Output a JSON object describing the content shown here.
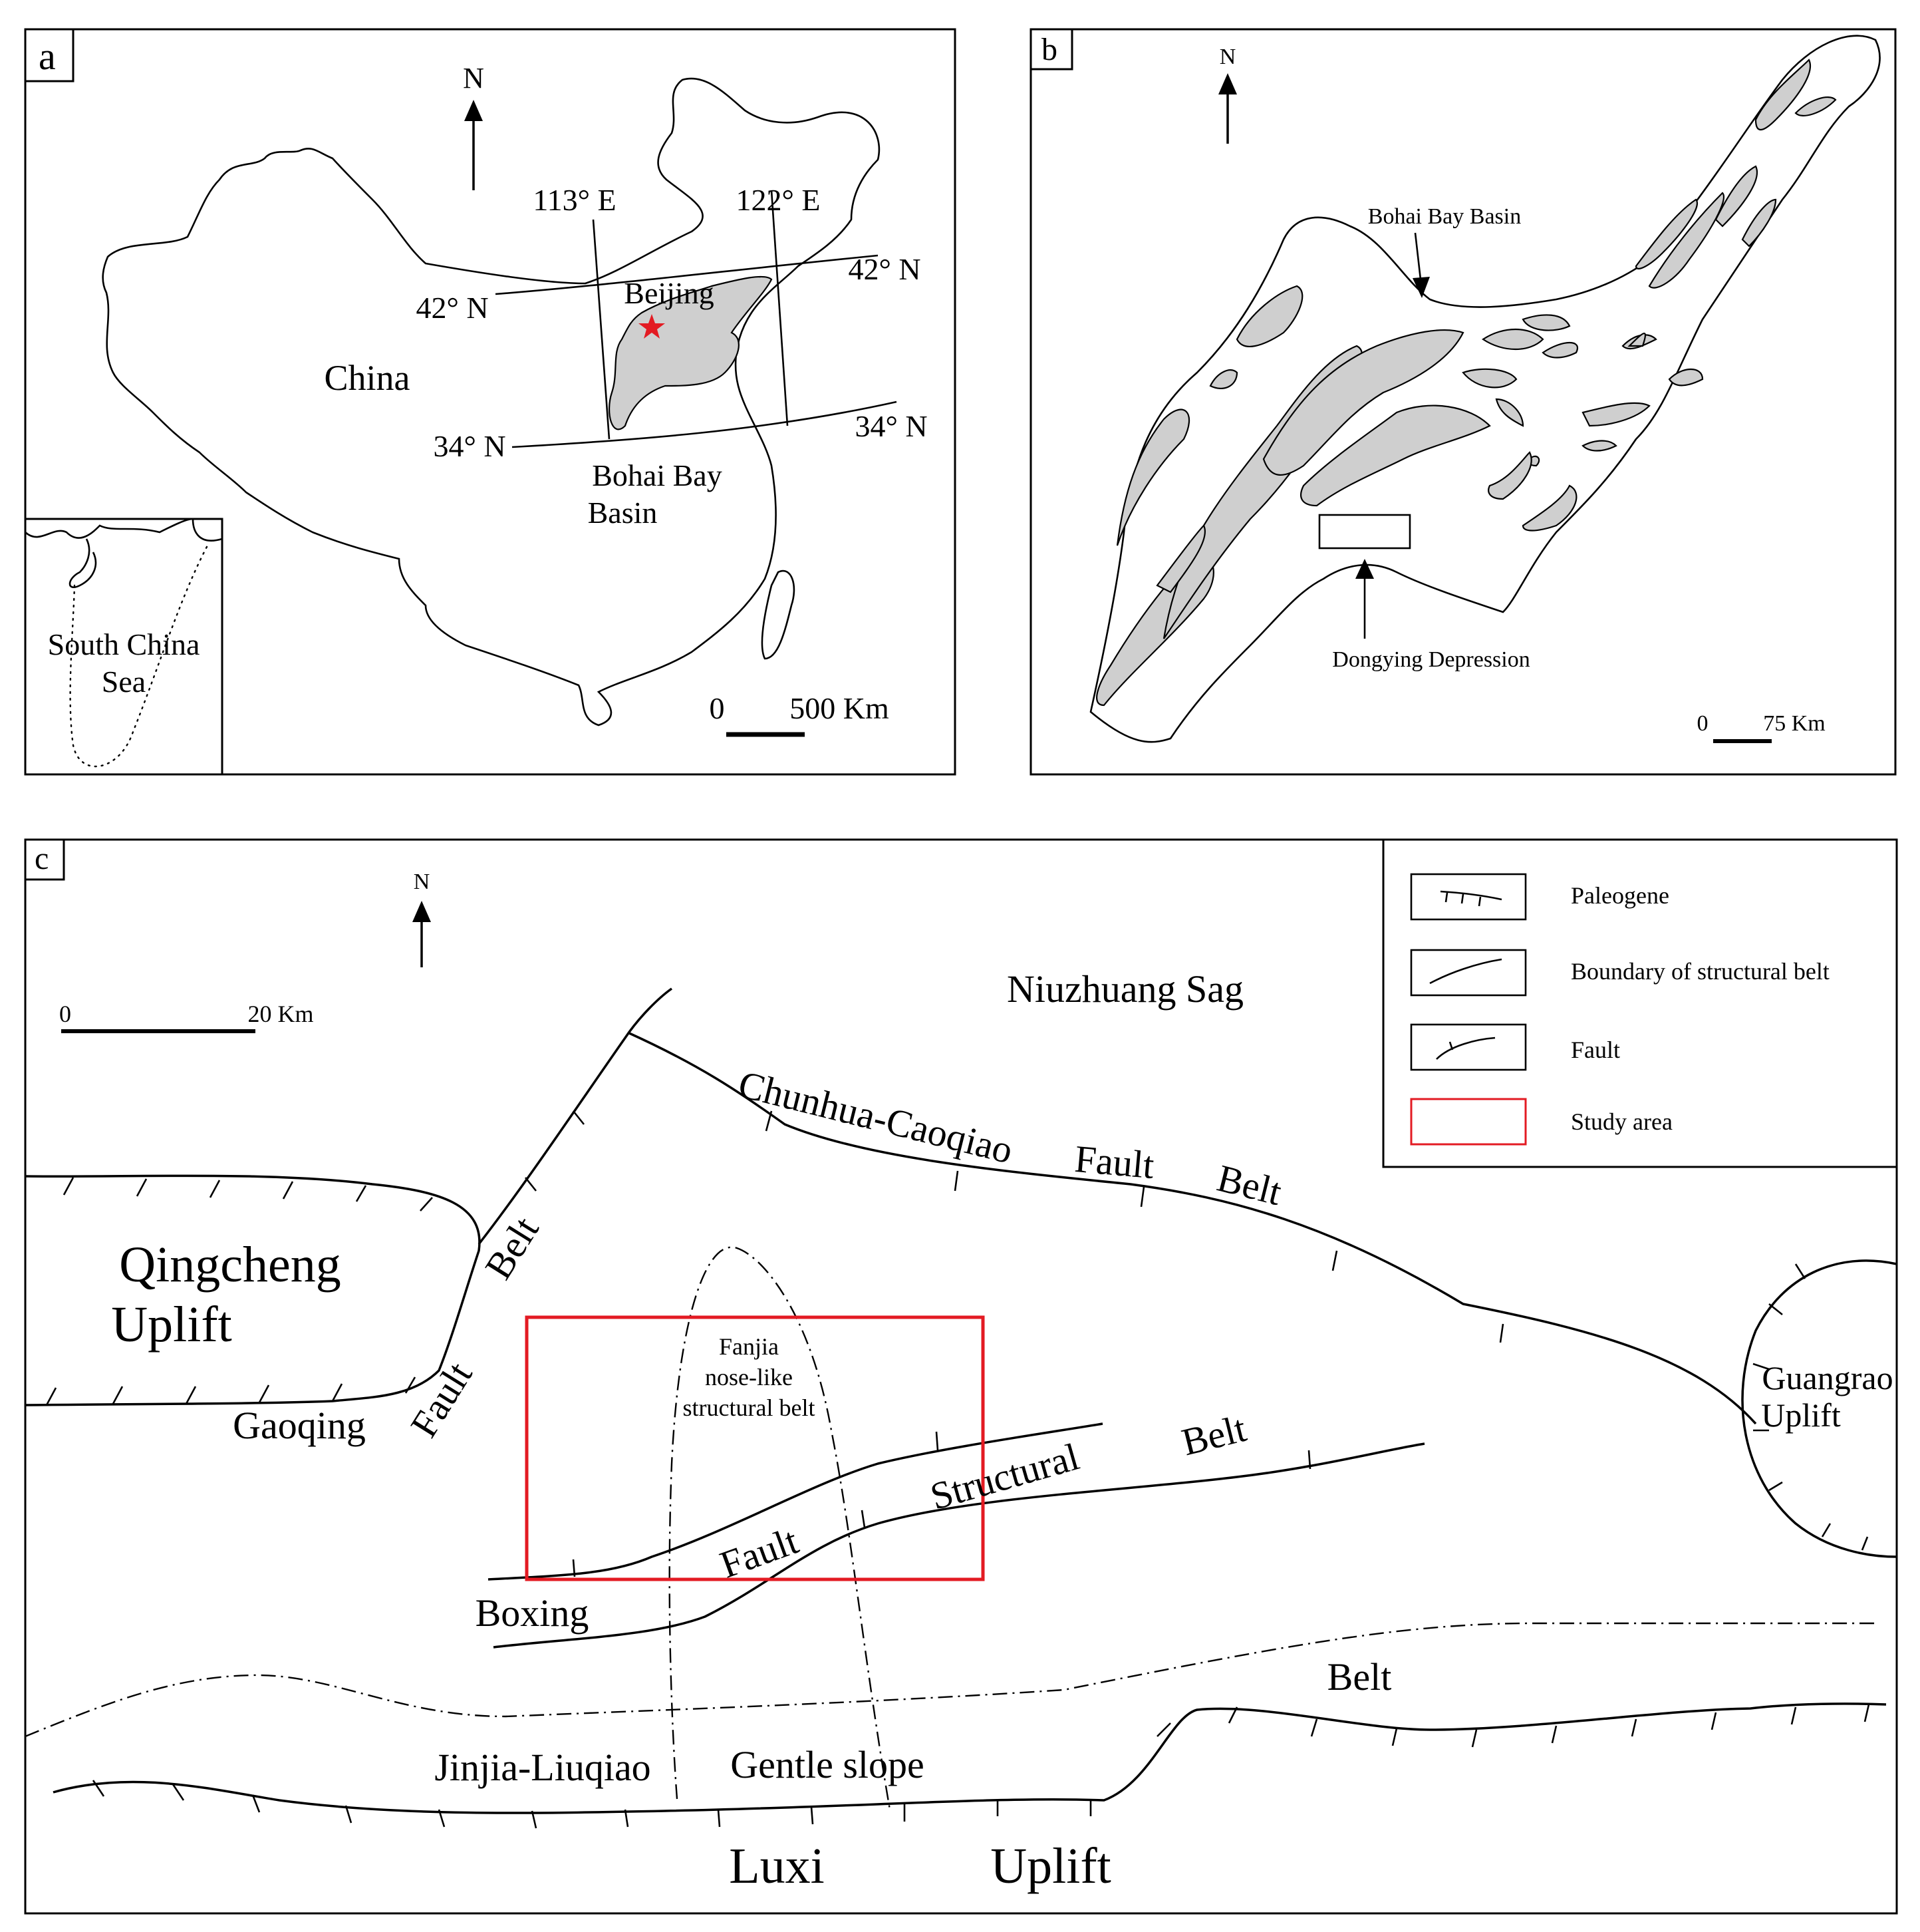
{
  "panels": {
    "a": {
      "label": "a",
      "north": "N",
      "lon_113": "113° E",
      "lon_122": "122° E",
      "lat_42_left": "42° N",
      "lat_42_right": "42° N",
      "lat_34_left": "34° N",
      "lat_34_right": "34° N",
      "beijing": "Beijing",
      "china": "China",
      "basin_line1": "Bohai Bay",
      "basin_line2": "Basin",
      "inset_line1": "South China",
      "inset_line2": "Sea",
      "scale_zero": "0",
      "scale_value": "500 Km",
      "colors": {
        "basin_fill": "#cfcfcf",
        "beijing_star": "#e31b23"
      }
    },
    "b": {
      "label": "b",
      "north": "N",
      "bohai_bay_basin": "Bohai Bay Basin",
      "dongying_depression": "Dongying Depression",
      "scale_zero": "0",
      "scale_value": "75 Km"
    },
    "c": {
      "label": "c",
      "north": "N",
      "scale_zero": "0",
      "scale_value": "20 Km",
      "niuzhuang_sag": "Niuzhuang Sag",
      "chunhua_fault": [
        "Chunhua-Caoqiao",
        "Fault",
        "Belt"
      ],
      "gaoqing_fault": [
        "Gaoqing",
        "Fault",
        "Belt"
      ],
      "qingcheng_uplift": [
        "Qingcheng",
        "Uplift"
      ],
      "guangrao_uplift": [
        "Guangrao",
        "Uplift"
      ],
      "fanjia": [
        "Fanjia",
        "nose-like",
        "structural belt"
      ],
      "boxing_belt": [
        "Boxing",
        "Fault",
        "Structural",
        "Belt"
      ],
      "jinjia_belt": [
        "Jinjia-Liuqiao",
        "Gentle slope",
        "Belt"
      ],
      "luxi_uplift": [
        "Luxi",
        "Uplift"
      ],
      "legend": [
        {
          "key": "paleogene",
          "label": "Paleogene"
        },
        {
          "key": "boundary",
          "label": "Boundary of structural belt"
        },
        {
          "key": "fault",
          "label": "Fault"
        },
        {
          "key": "study",
          "label": "Study area"
        }
      ],
      "colors": {
        "study_area": "#e31b23"
      }
    }
  }
}
